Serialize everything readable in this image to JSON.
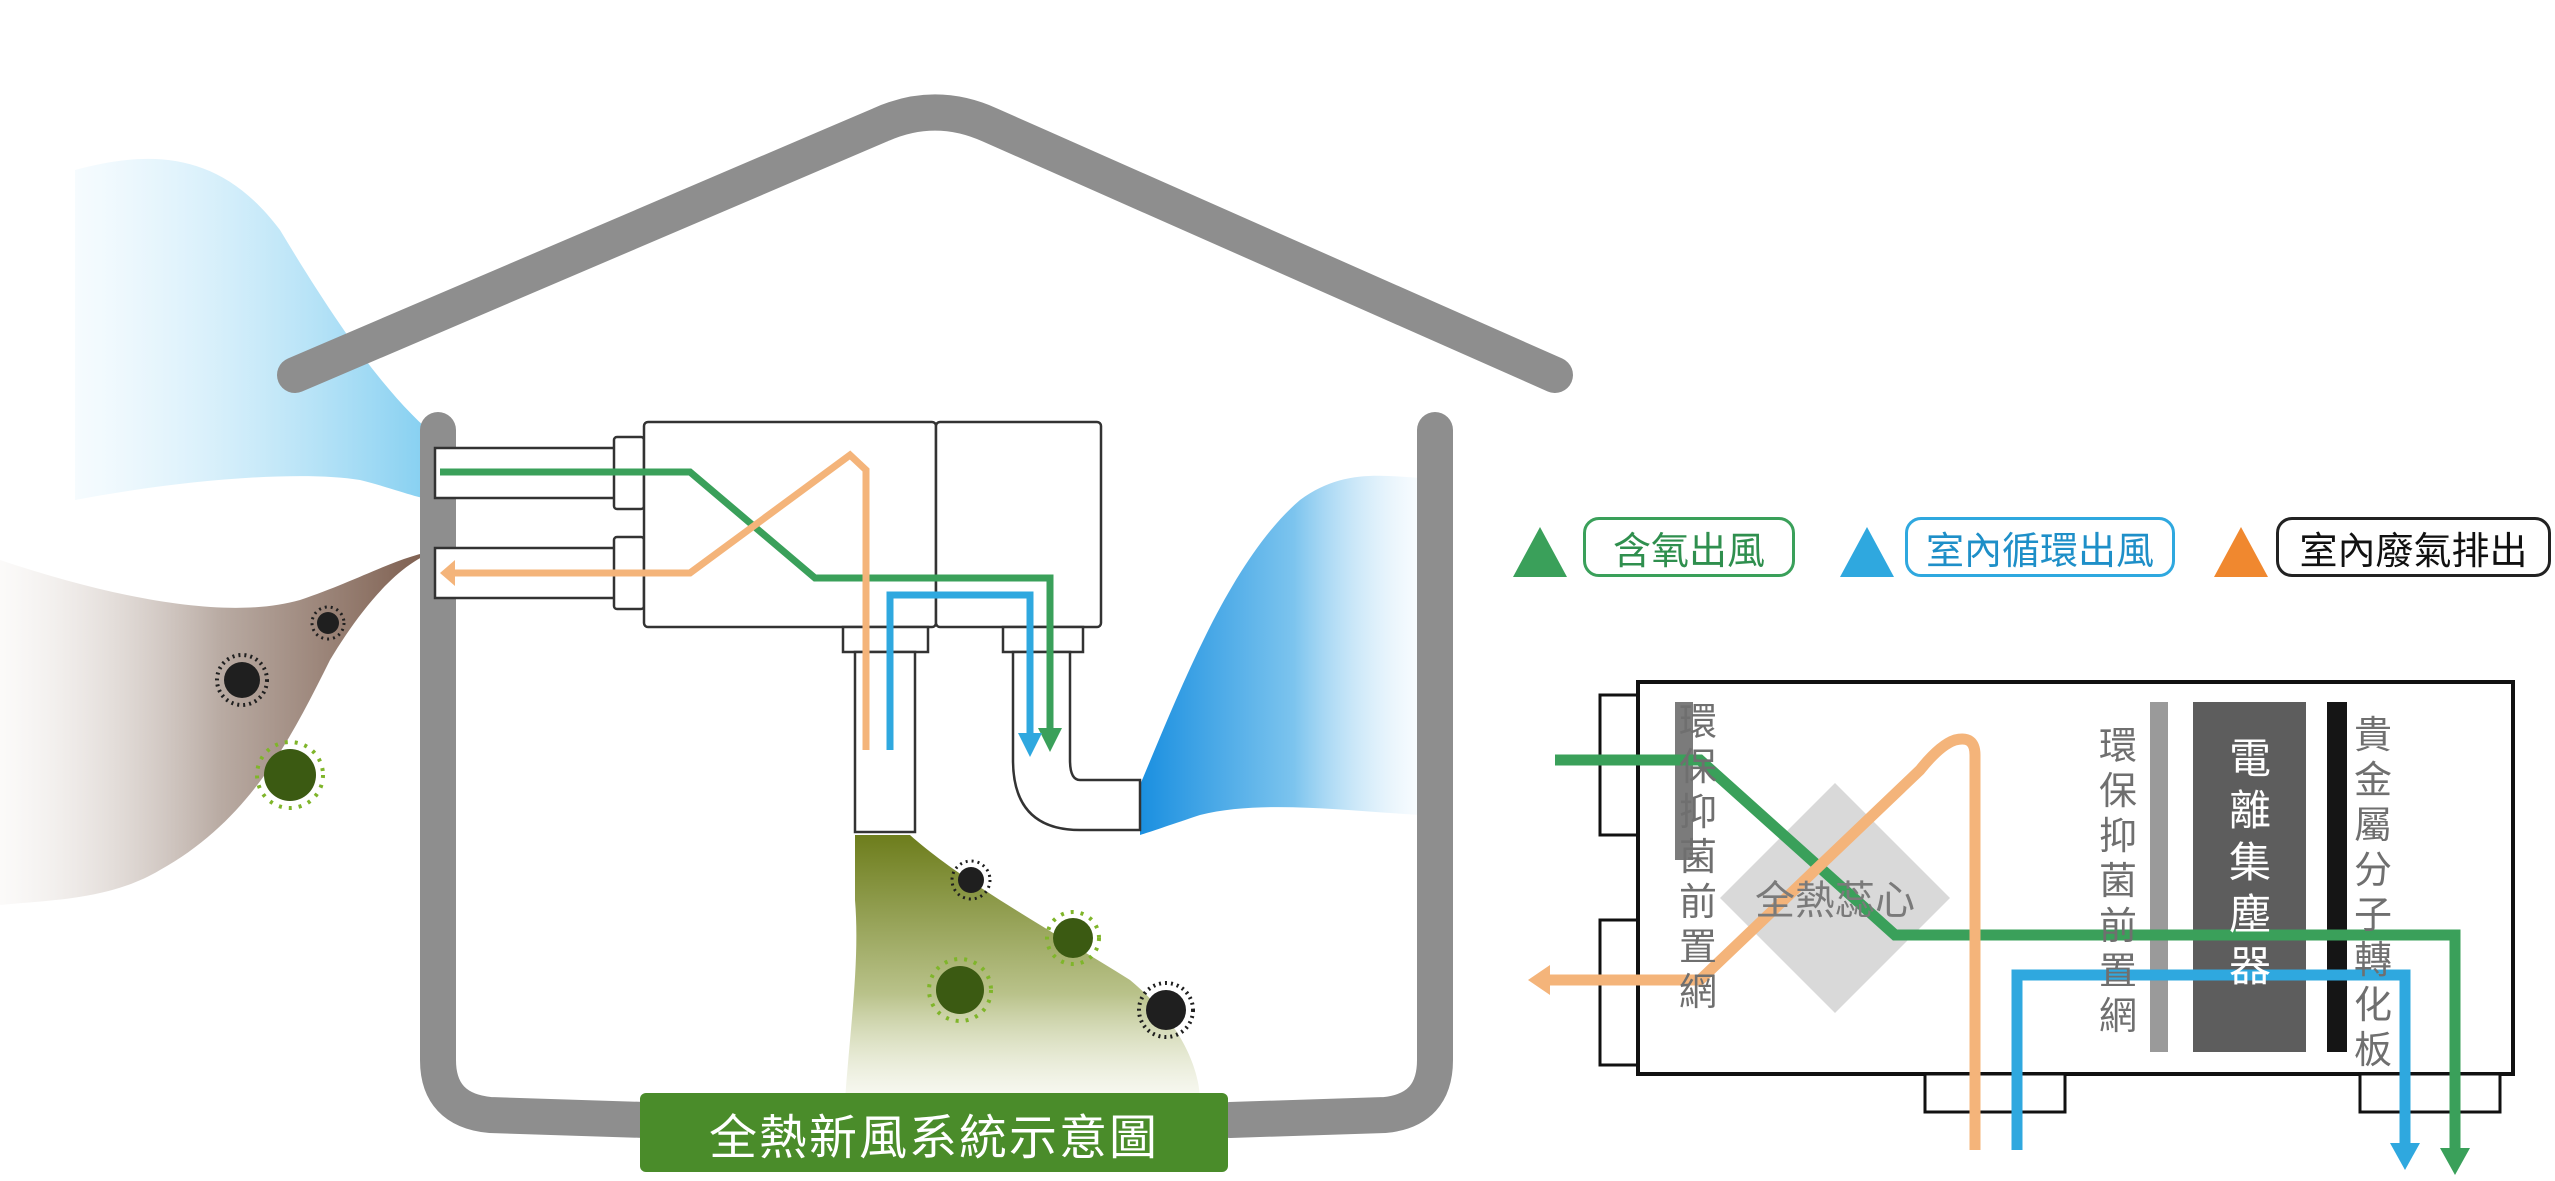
{
  "legend": {
    "oxygen_outflow": {
      "label": "含氧出風",
      "color": "#3aa05a"
    },
    "indoor_circulation": {
      "label": "室內循環出風",
      "color": "#2fa8df"
    },
    "indoor_exhaust": {
      "label": "室內廢氣排出",
      "color": "#f0882f"
    }
  },
  "caption": "全熱新風系統示意圖",
  "unit_panel": {
    "core_label": "全熱蕊心",
    "prefilter_left": "環保抑菌前置網",
    "prefilter_right": "環保抑菌前置網",
    "electrostatic": "電離集塵器",
    "catalyst": "貴金屬分子轉化板"
  },
  "icons": [
    "house-outline-icon",
    "virus-icon",
    "dust-particle-icon"
  ]
}
